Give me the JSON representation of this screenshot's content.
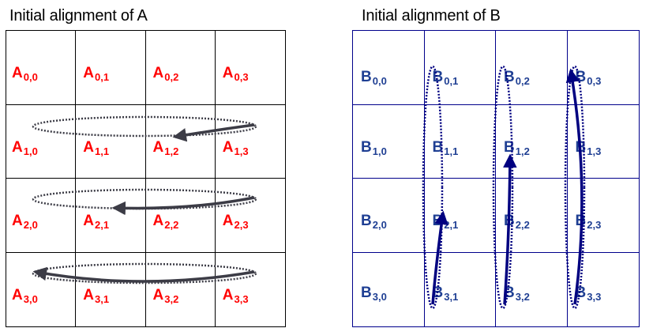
{
  "titles": {
    "a": "Initial alignment of A",
    "b": "Initial alignment of B"
  },
  "colors": {
    "a_label": "#ff0000",
    "b_label": "#1f3f93",
    "a_arrow": "#3c3c46",
    "b_arrow": "#000080",
    "a_grid": "#000000",
    "b_grid": "#00008b"
  },
  "matrix_a": [
    [
      {
        "base": "A",
        "sub": "0,0"
      },
      {
        "base": "A",
        "sub": "0,1"
      },
      {
        "base": "A",
        "sub": "0,2"
      },
      {
        "base": "A",
        "sub": "0,3"
      }
    ],
    [
      {
        "base": "A",
        "sub": "1,0"
      },
      {
        "base": "A",
        "sub": "1,1"
      },
      {
        "base": "A",
        "sub": "1,2"
      },
      {
        "base": "A",
        "sub": "1,3"
      }
    ],
    [
      {
        "base": "A",
        "sub": "2,0"
      },
      {
        "base": "A",
        "sub": "2,1"
      },
      {
        "base": "A",
        "sub": "2,2"
      },
      {
        "base": "A",
        "sub": "2,3"
      }
    ],
    [
      {
        "base": "A",
        "sub": "3,0"
      },
      {
        "base": "A",
        "sub": "3,1"
      },
      {
        "base": "A",
        "sub": "3,2"
      },
      {
        "base": "A",
        "sub": "3,3"
      }
    ]
  ],
  "matrix_b": [
    [
      {
        "base": "B",
        "sub": "0,0"
      },
      {
        "base": "B",
        "sub": "0,1"
      },
      {
        "base": "B",
        "sub": "0,2"
      },
      {
        "base": "B",
        "sub": "0,3"
      }
    ],
    [
      {
        "base": "B",
        "sub": "1,0"
      },
      {
        "base": "B",
        "sub": "1,1"
      },
      {
        "base": "B",
        "sub": "1,2"
      },
      {
        "base": "B",
        "sub": "1,3"
      }
    ],
    [
      {
        "base": "B",
        "sub": "2,0"
      },
      {
        "base": "B",
        "sub": "2,1"
      },
      {
        "base": "B",
        "sub": "2,2"
      },
      {
        "base": "B",
        "sub": "2,3"
      }
    ],
    [
      {
        "base": "B",
        "sub": "3,0"
      },
      {
        "base": "B",
        "sub": "3,1"
      },
      {
        "base": "B",
        "sub": "3,2"
      },
      {
        "base": "B",
        "sub": "3,3"
      }
    ]
  ]
}
